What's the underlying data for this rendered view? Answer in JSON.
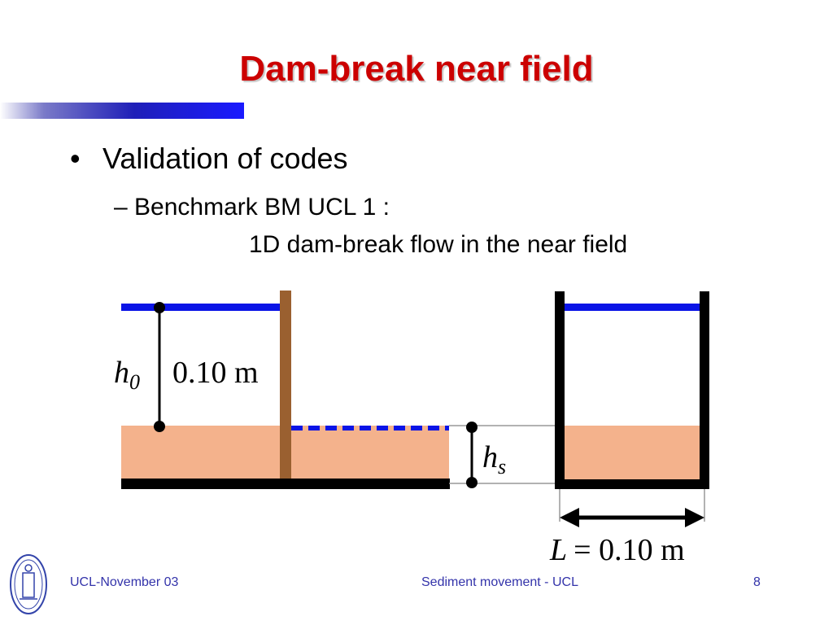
{
  "slide": {
    "title": "Dam-break near field",
    "bullet1": "Validation of codes",
    "bullet2": "Benchmark BM UCL 1 :",
    "bullet3": "1D dam-break flow in the near field"
  },
  "diagram": {
    "h0_symbol": "h",
    "h0_subscript": "0",
    "h0_value": "0.10 m",
    "hs_symbol": "h",
    "hs_subscript": "s",
    "L_symbol": "L",
    "L_value": "= 0.10 m",
    "colors": {
      "water": "#0a14e6",
      "sediment": "#f4b28c",
      "gate": "#9a6030",
      "wall": "#000000",
      "guide": "#999999"
    }
  },
  "footer": {
    "left": "UCL-November 03",
    "center": "Sediment movement - UCL",
    "page": "8"
  }
}
